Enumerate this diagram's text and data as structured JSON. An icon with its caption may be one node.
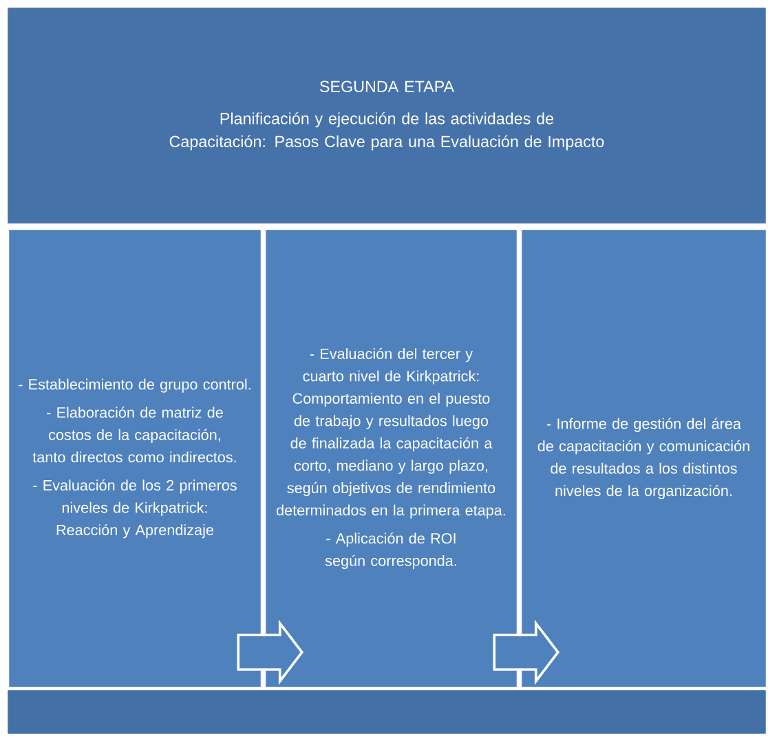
{
  "diagram": {
    "nodes": [
      {
        "text": [
          "SEGUNDA ETAPA",
          "Planificación y ejecución de las actividades de Capacitación: Pasos Clave para una Evaluación de Impacto"
        ]
      },
      {
        "text": [
          "- Establecimiento de grupo control.",
          "- Elaboración de matriz de costos de la capacitación, tanto directos como indirectos.",
          "- Evaluación de los 2 primeros niveles de Kirkpatrick: Reacción y Aprendizaje"
        ]
      },
      {
        "text": [
          "- Evaluación del tercer y cuarto nivel de Kirkpatrick: Comportamiento en el puesto de trabajo y resultados luego de finalizada la capacitación a corto, mediano y largo plazo, según objetivos de rendimiento determinados en la primera etapa.",
          "- Aplicación de ROI según corresponda."
        ]
      },
      {
        "text": [
          "- Informe de gestión del área de capacitación y comunicación de resultados a los distintos niveles de la organización."
        ]
      },
      {
        "text": [],
        "shape": "bar"
      }
    ],
    "edges": [
      {
        "from": 1,
        "to": 2,
        "arrow": "to"
      },
      {
        "from": 2,
        "to": 3,
        "arrow": "to"
      }
    ]
  }
}
